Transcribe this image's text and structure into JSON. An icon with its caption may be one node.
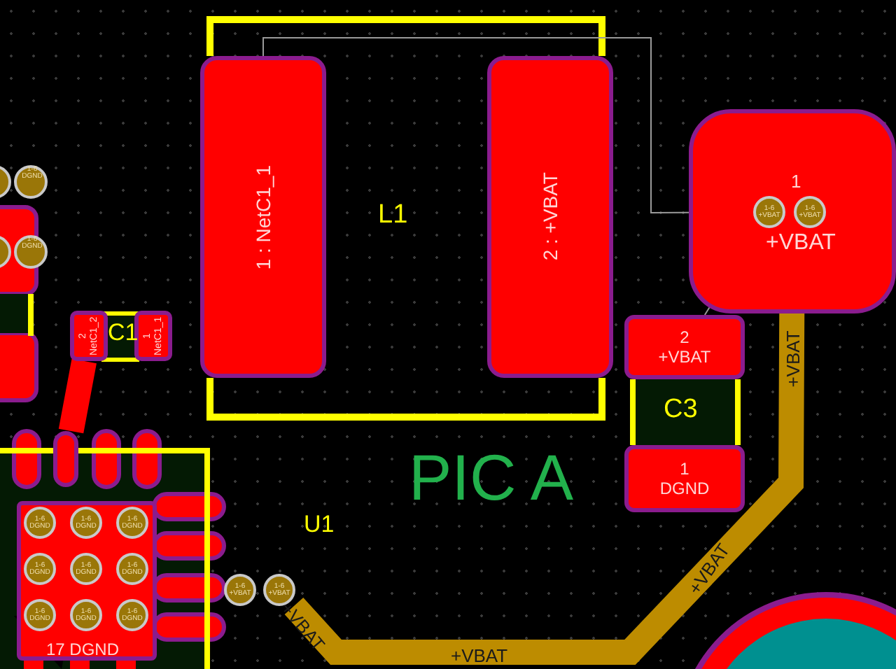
{
  "diagram": {
    "nodes": [
      {
        "text": [
          "1 : NetC1_1"
        ]
      },
      {
        "text": [
          "2 : +VBAT"
        ]
      },
      {
        "text": [
          "1",
          "+VBAT"
        ]
      },
      {
        "text": [
          "1-6 +VBAT"
        ],
        "in": 2
      },
      {
        "text": [
          "1-6 +VBAT"
        ],
        "in": 2
      },
      {
        "text": [
          "2",
          "NetC1_2"
        ]
      },
      {
        "text": [
          "1",
          "NetC1_1"
        ]
      },
      {
        "text": [
          "2",
          "+VBAT"
        ]
      },
      {
        "text": [
          "1",
          "DGND"
        ]
      },
      {
        "text": [
          "17",
          "DGND"
        ]
      },
      {
        "text": [
          "1-6 DGND"
        ],
        "in": 9
      },
      {
        "text": [
          "1-6 DGND"
        ],
        "in": 9
      },
      {
        "text": [
          "1-6 DGND"
        ],
        "in": 9
      },
      {
        "text": [
          "1-6 DGND"
        ],
        "in": 9
      },
      {
        "text": [
          "1-6 DGND"
        ],
        "in": 9
      },
      {
        "text": [
          "1-6 DGND"
        ],
        "in": 9
      },
      {
        "text": [
          "1-6 DGND"
        ],
        "in": 9
      },
      {
        "text": [
          "1-6 DGND"
        ],
        "in": 9
      },
      {
        "text": [
          "1-6 DGND"
        ],
        "in": 9
      },
      {
        "text": [],
        "shape": "box"
      },
      {
        "text": [
          "1-6 +VBAT"
        ]
      },
      {
        "text": [
          "1-6 +VBAT"
        ]
      }
    ],
    "edges": [
      {
        "from": 0,
        "to": 3,
        "arrow": "none",
        "color": "#9a9a9a"
      },
      {
        "from": 3,
        "to": 7,
        "arrow": "none",
        "color": "#9a9a9a"
      },
      {
        "from": 21,
        "to": 2,
        "arrow": "none",
        "style": "thick",
        "color": "#bd8c00"
      },
      {
        "from": 5,
        "to": 19,
        "arrow": "none",
        "style": "thick",
        "color": "#ff0000"
      }
    ],
    "labels": [
      "1-6 DGND",
      "1-6 DGND",
      "L1",
      "C1",
      "C3",
      "PIC A",
      "U1",
      "+VBAT",
      "+VBAT",
      "+VBAT",
      "+VBAT"
    ]
  }
}
